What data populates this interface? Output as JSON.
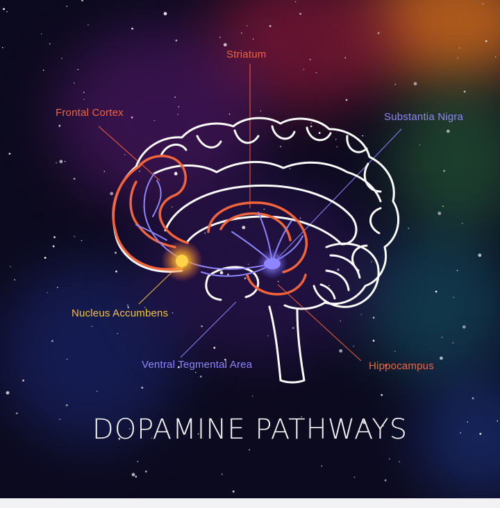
{
  "title": "DOPAMINE PATHWAYS",
  "labels": {
    "striatum": "Striatum",
    "frontal_cortex": "Frontal Cortex",
    "substantia_nigra": "Substantia Nigra",
    "nucleus_accumbens": "Nucleus Accumbens",
    "ventral_tegmental_area": "Ventral Tegmental Area",
    "hippocampus": "Hippocampus"
  },
  "colors": {
    "orange": "#f4643a",
    "violet": "#8f86ff",
    "yellow": "#f7c33b",
    "outline": "#ffffff",
    "background": "#0c0a1e"
  }
}
